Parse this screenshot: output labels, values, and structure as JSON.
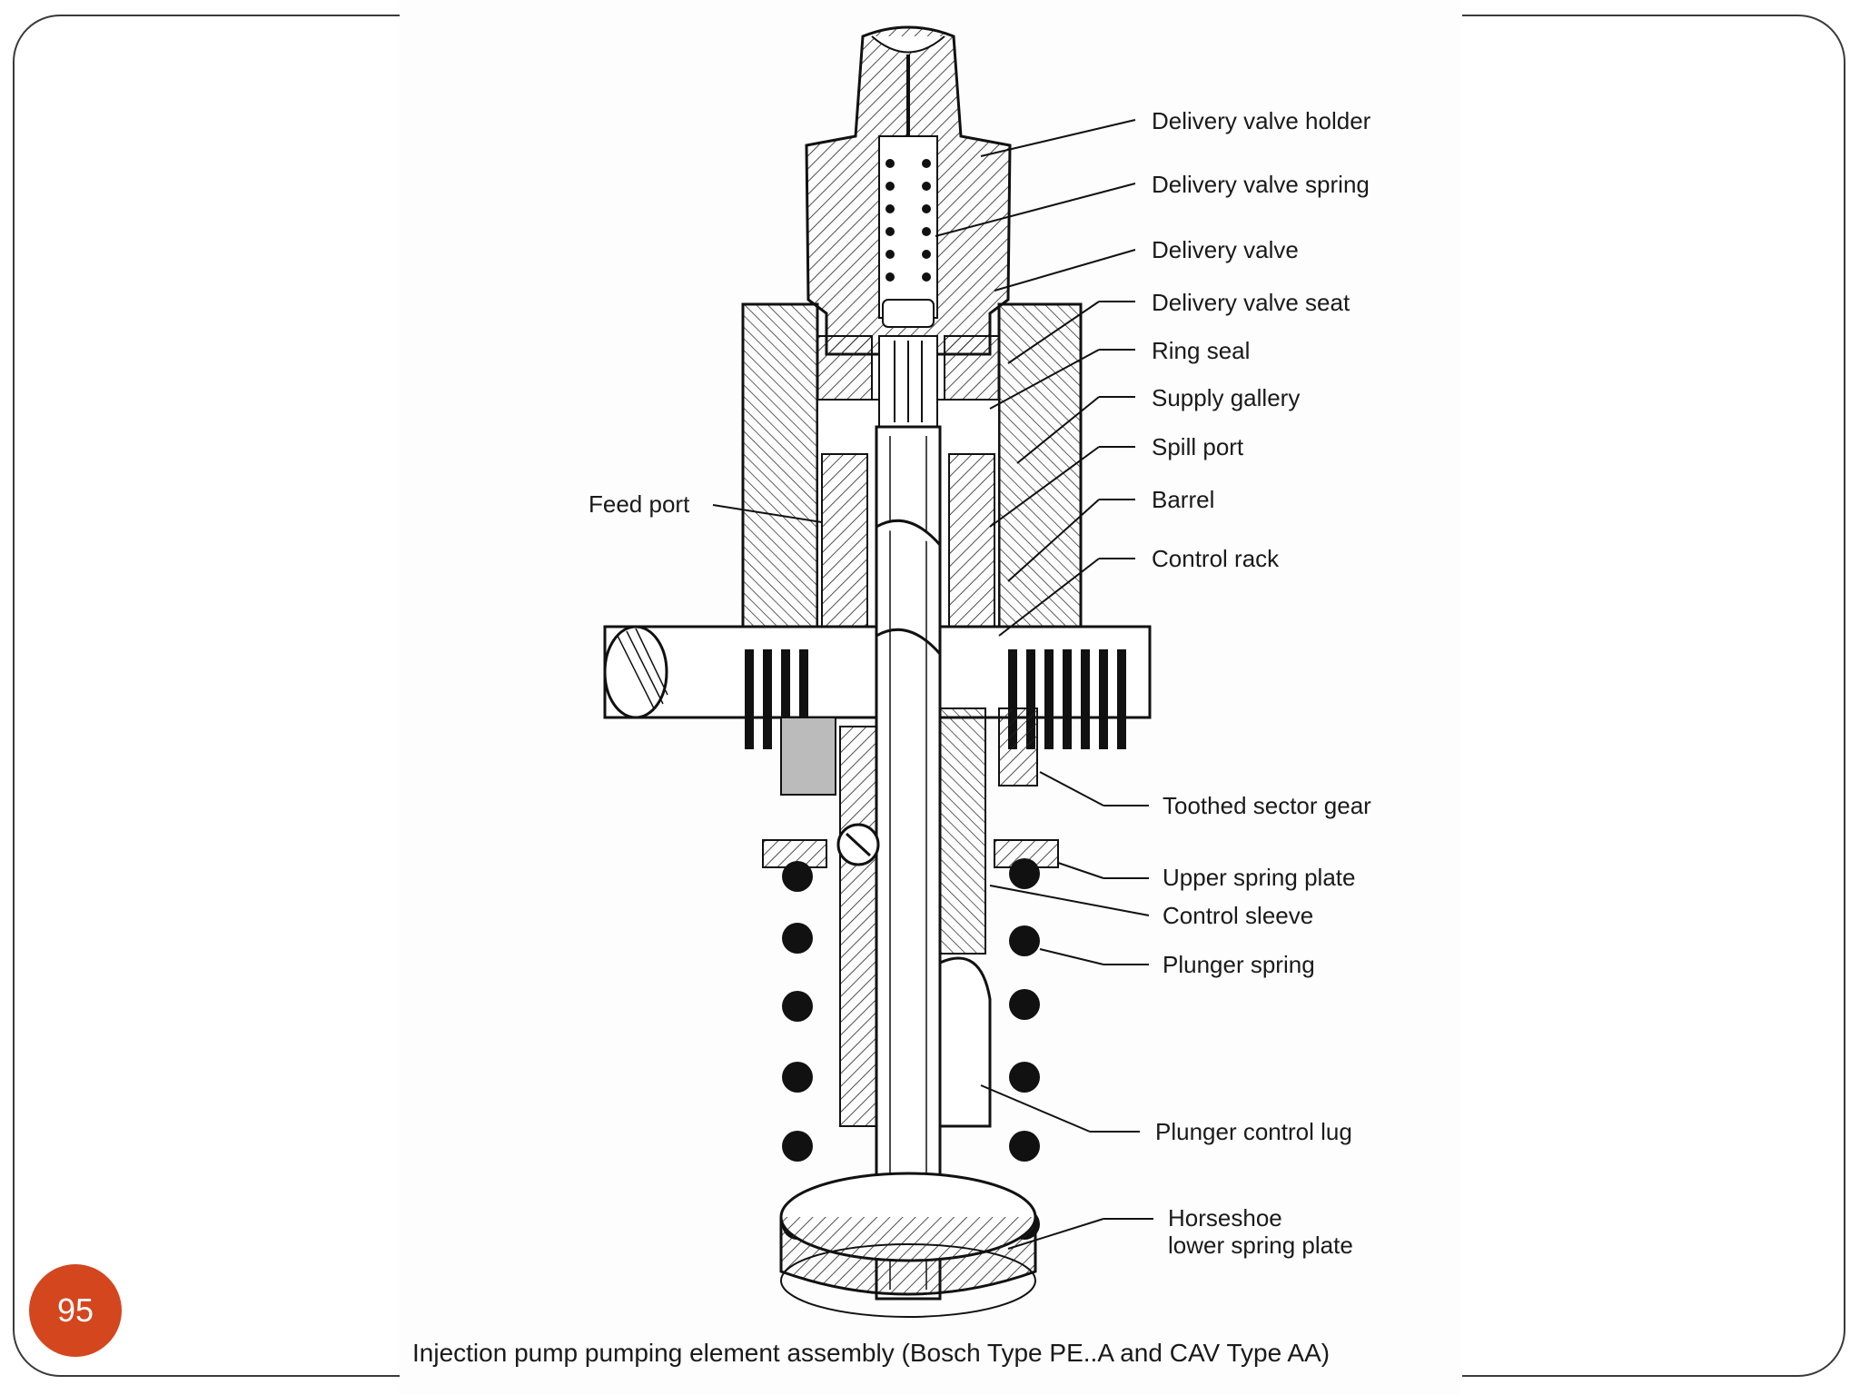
{
  "slide": {
    "page_number": "95",
    "accent_color": "#d4461e"
  },
  "diagram": {
    "labels": {
      "delivery_valve_holder": "Delivery valve holder",
      "delivery_valve_spring": "Delivery valve spring",
      "delivery_valve": "Delivery valve",
      "delivery_valve_seat": "Delivery valve seat",
      "ring_seal": "Ring seal",
      "supply_gallery": "Supply gallery",
      "spill_port": "Spill port",
      "barrel": "Barrel",
      "control_rack": "Control rack",
      "feed_port": "Feed port",
      "toothed_sector_gear": "Toothed sector gear",
      "upper_spring_plate": "Upper spring plate",
      "control_sleeve": "Control sleeve",
      "plunger_spring": "Plunger spring",
      "plunger_control_lug": "Plunger control lug",
      "horseshoe_line1": "Horseshoe",
      "horseshoe_line2": "lower spring plate"
    },
    "caption": "Injection pump pumping element assembly (Bosch Type PE..A and CAV Type AA)"
  }
}
